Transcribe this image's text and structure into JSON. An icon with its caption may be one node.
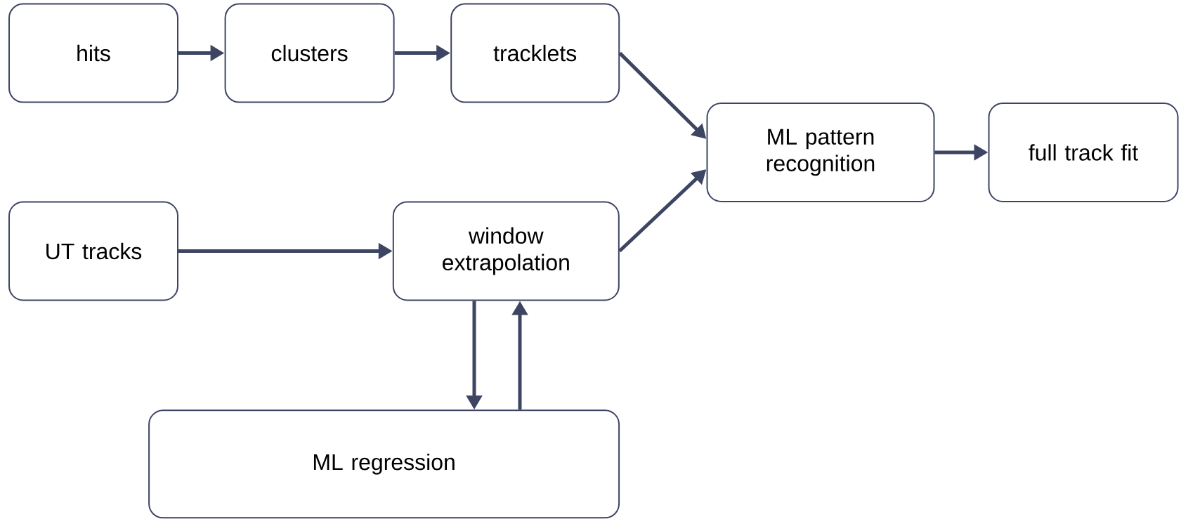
{
  "diagram": {
    "nodes": [
      {
        "text": [
          "hits"
        ]
      },
      {
        "text": [
          "clusters"
        ]
      },
      {
        "text": [
          "tracklets"
        ]
      },
      {
        "text": [
          "UT tracks"
        ]
      },
      {
        "text": [
          "ML pattern recognition"
        ]
      },
      {
        "text": [
          "full track fit"
        ]
      },
      {
        "text": [
          "window extrapolation"
        ]
      },
      {
        "text": [
          "ML regression"
        ]
      }
    ],
    "edges": [
      {
        "from": 0,
        "to": 1,
        "arrow": "to"
      },
      {
        "from": 1,
        "to": 2,
        "arrow": "to"
      },
      {
        "from": 2,
        "to": 4,
        "arrow": "to"
      },
      {
        "from": 6,
        "to": 4,
        "arrow": "to"
      },
      {
        "from": 4,
        "to": 5,
        "arrow": "to"
      },
      {
        "from": 3,
        "to": 6,
        "arrow": "to"
      },
      {
        "from": 6,
        "to": 7,
        "arrow": "to"
      },
      {
        "from": 7,
        "to": 6,
        "arrow": "to"
      }
    ]
  }
}
